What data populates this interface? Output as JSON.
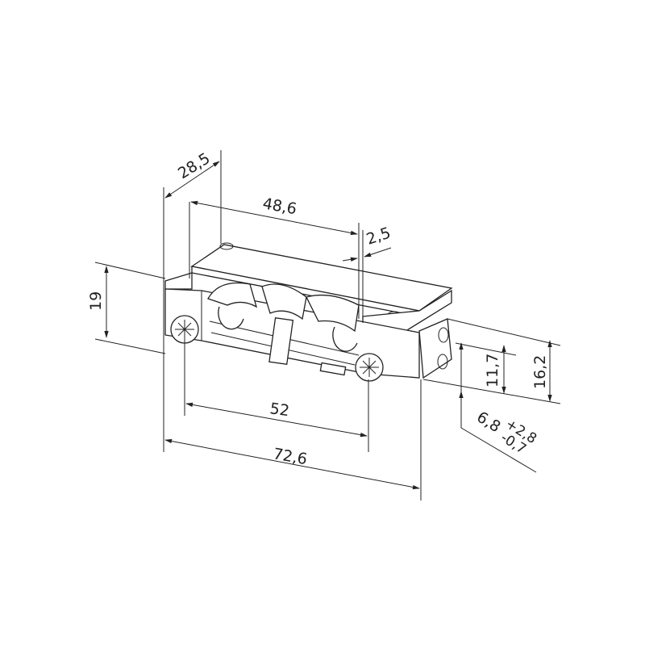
{
  "drawing": {
    "subject": "electric door strike",
    "view": "isometric",
    "line_color": "#222222",
    "background": "#ffffff"
  },
  "dimensions": {
    "depth_total": "28,5",
    "length_top": "48,6",
    "lip_offset": "2,5",
    "height_front": "19",
    "screw_spacing": "52",
    "length_total": "72,6",
    "height_terminal_inner": "11,7",
    "height_terminal_outer": "16,2",
    "latch_depth_base": "6,8",
    "latch_depth_tol_plus": "+2,8",
    "latch_depth_tol_minus": "-0,7"
  }
}
